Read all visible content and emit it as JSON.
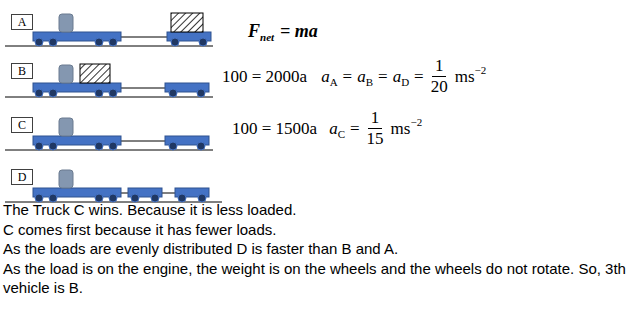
{
  "diagram": {
    "nodes": [
      {
        "text": [
          "A"
        ]
      },
      {
        "text": [
          "B"
        ]
      },
      {
        "text": [
          "C"
        ]
      },
      {
        "text": [
          "D"
        ]
      }
    ],
    "labels": [
      "F",
      "net",
      "= ma",
      "100 = 2000a",
      "a",
      "A",
      "=",
      "a",
      "B",
      "=",
      "a",
      "D",
      "=",
      "1",
      "20",
      "ms",
      "−2",
      "100 = 1500a",
      "a",
      "C",
      "=",
      "1",
      "15",
      "ms",
      "−2",
      "The Truck C wins. Because it is less loaded.",
      "C comes first because it has fewer loads.",
      "As the loads are evenly distributed D is faster than B and A.",
      "As the load is on the engine, the weight is on the wheels and the wheels do not rotate. So, 3th vehicle is B."
    ]
  }
}
